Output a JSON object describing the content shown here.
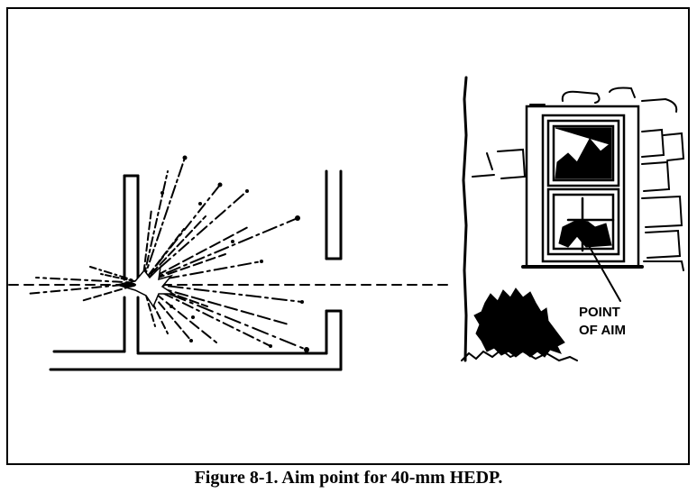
{
  "figure": {
    "caption": "Figure 8-1. Aim point for 40-mm HEDP.",
    "callout_label_line1": "POINT",
    "callout_label_line2": "OF AIM"
  },
  "colors": {
    "ink": "#000000",
    "paper": "#ffffff"
  }
}
